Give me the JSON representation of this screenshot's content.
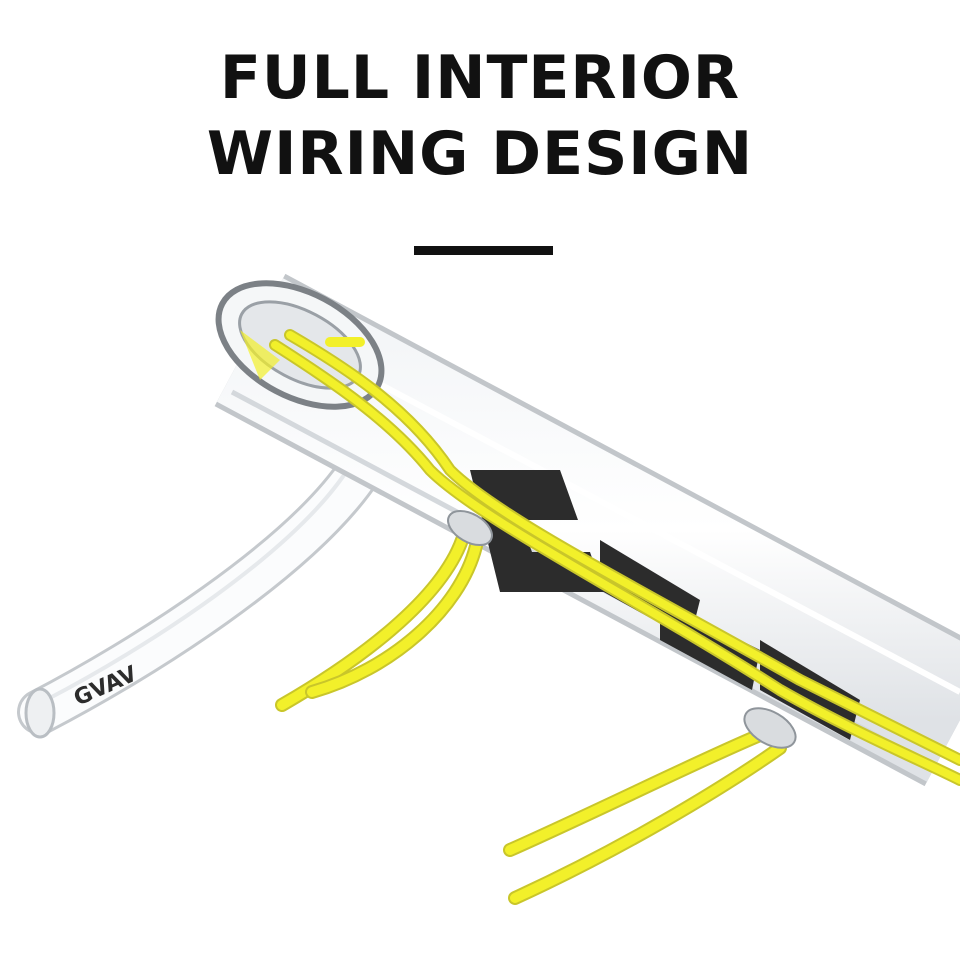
{
  "headline": {
    "line1": "FULL INTERIOR",
    "line2": "WIRING DESIGN"
  },
  "product": {
    "brand_mark": "GVAV"
  },
  "colors": {
    "text": "#111111",
    "cable": "#f2f02a",
    "tube_edge": "#c9ccd0",
    "graphic": "#2c2c2c"
  }
}
